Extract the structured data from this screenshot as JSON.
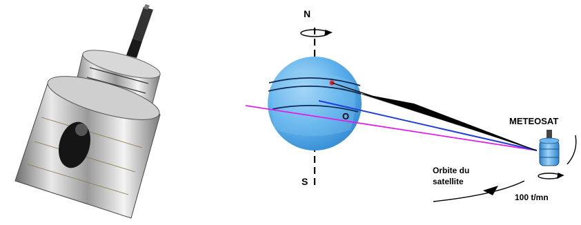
{
  "labels": {
    "north": "N",
    "south": "S",
    "origin": "O",
    "satellite_name": "METEOSAT",
    "orbit_line1": "Orbite du",
    "orbit_line2": "satellite",
    "rotation_speed": "100 t/mn"
  },
  "colors": {
    "earth": "#4aa3e6",
    "earth_light": "#a7d6f7",
    "equator_line": "#e11ee6",
    "scan_line": "#1f3fd6",
    "view_cone": "#000000",
    "sat_body": "#4aa3e6"
  },
  "icons": {
    "satellite_photo": "meteosat-satellite-photo",
    "rotation_arrow": "rotation-arrow-icon"
  }
}
